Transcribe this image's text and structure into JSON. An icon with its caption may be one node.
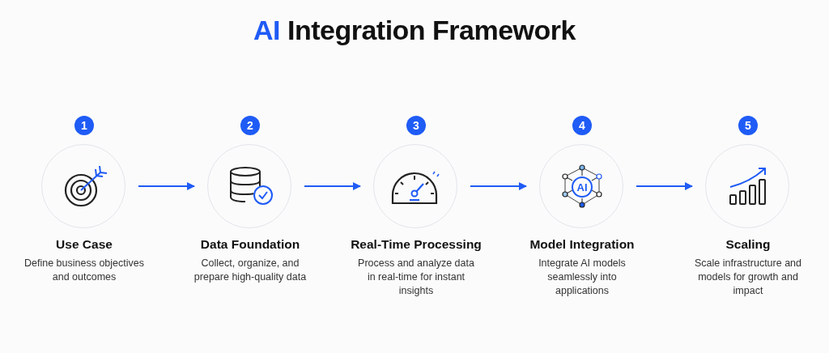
{
  "diagram": {
    "title": "AI Integration Framework",
    "nodes": [
      {
        "text": [
          "Use Case",
          "Define business objectives and outcomes"
        ],
        "beside": [
          "1"
        ]
      },
      {
        "text": [
          "Data Foundation",
          "Collect, organize, and prepare high-quality data"
        ],
        "beside": [
          "2"
        ]
      },
      {
        "text": [
          "Real-Time Processing",
          "Process and analyze data in real-time for instant insights"
        ],
        "beside": [
          "3"
        ]
      },
      {
        "text": [
          "Model Integration",
          "Integrate AI models seamlessly into applications"
        ],
        "beside": [
          "4"
        ]
      },
      {
        "text": [
          "Scaling",
          "Scale infrastructure and models for growth and impact"
        ],
        "beside": [
          "5"
        ]
      }
    ],
    "edges": [
      {
        "from": 0,
        "to": 1,
        "arrow": "to"
      },
      {
        "from": 1,
        "to": 2,
        "arrow": "to"
      },
      {
        "from": 2,
        "to": 3,
        "arrow": "to"
      },
      {
        "from": 3,
        "to": 4,
        "arrow": "to"
      }
    ],
    "labels": [
      "AI"
    ]
  }
}
